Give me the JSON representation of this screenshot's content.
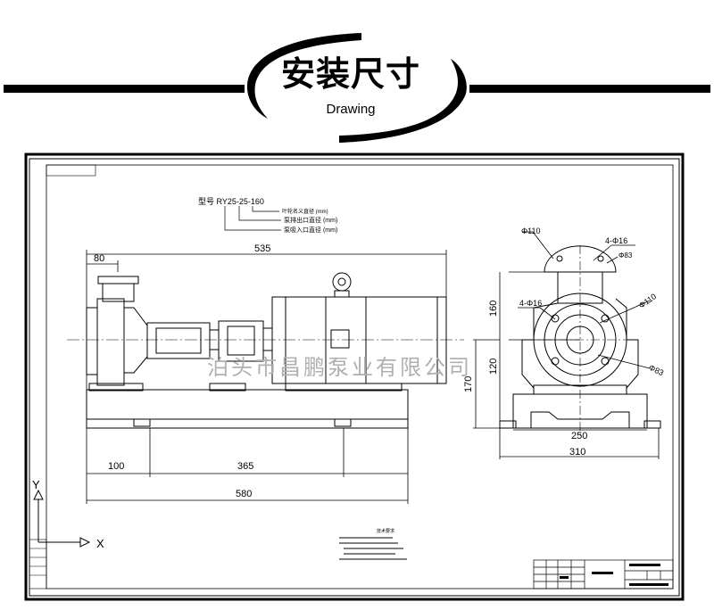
{
  "header": {
    "title_zh": "安装尺寸",
    "title_en": "Drawing"
  },
  "drawing": {
    "model_label": "型号 RY25-25-160",
    "annotation_lines": [
      "叶轮名义直径 (mm)",
      "泵排出口直径 (mm)",
      "泵吸入口直径 (mm)"
    ],
    "watermark": "泊头市昌鹏泵业有限公司",
    "dims": {
      "d535": "535",
      "d80": "80",
      "d100": "100",
      "d365": "365",
      "d580": "580",
      "d160": "160",
      "d120": "120",
      "d170": "170",
      "d250": "250",
      "d310": "310",
      "phi110_top": "Φ110",
      "holes_top": "4-Φ16",
      "phi83_top": "Φ83",
      "holes_side": "4-Φ16",
      "phi110_side": "Φ110",
      "phi83_side": "Φ83"
    },
    "axis": {
      "y": "Y",
      "x": "X"
    },
    "notes_title": "技术要求"
  },
  "colors": {
    "ink": "#000000",
    "background": "#ffffff",
    "watermark": "#b0b0b0"
  }
}
